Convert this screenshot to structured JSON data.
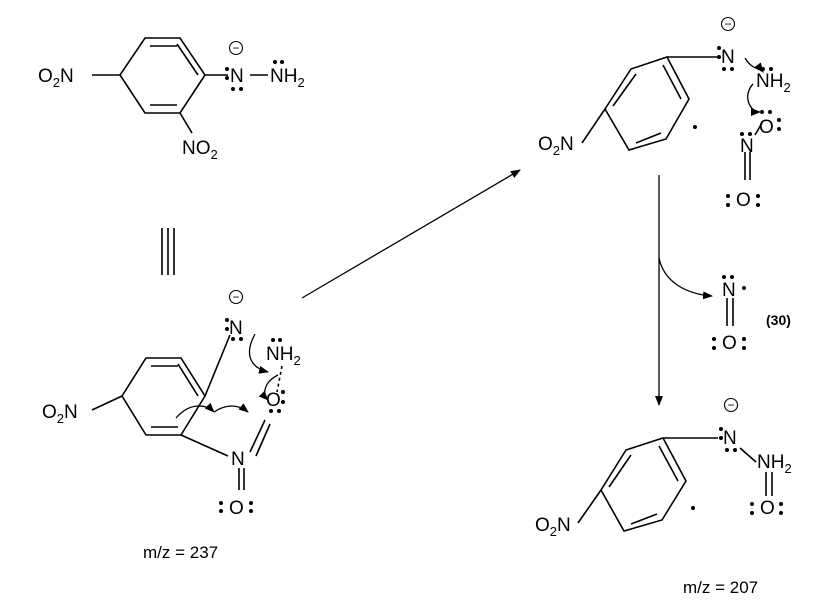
{
  "labels": {
    "o2n": "O",
    "n": "N",
    "o": "O",
    "nh": "NH",
    "two": "2"
  },
  "captions": {
    "mz_237": "m/z = 237",
    "mz_207": "m/z = 207",
    "fragment_30": "(30)"
  },
  "symbols": {
    "minus": "−"
  },
  "colors": {
    "ink": "#000000",
    "background": "#ffffff"
  }
}
